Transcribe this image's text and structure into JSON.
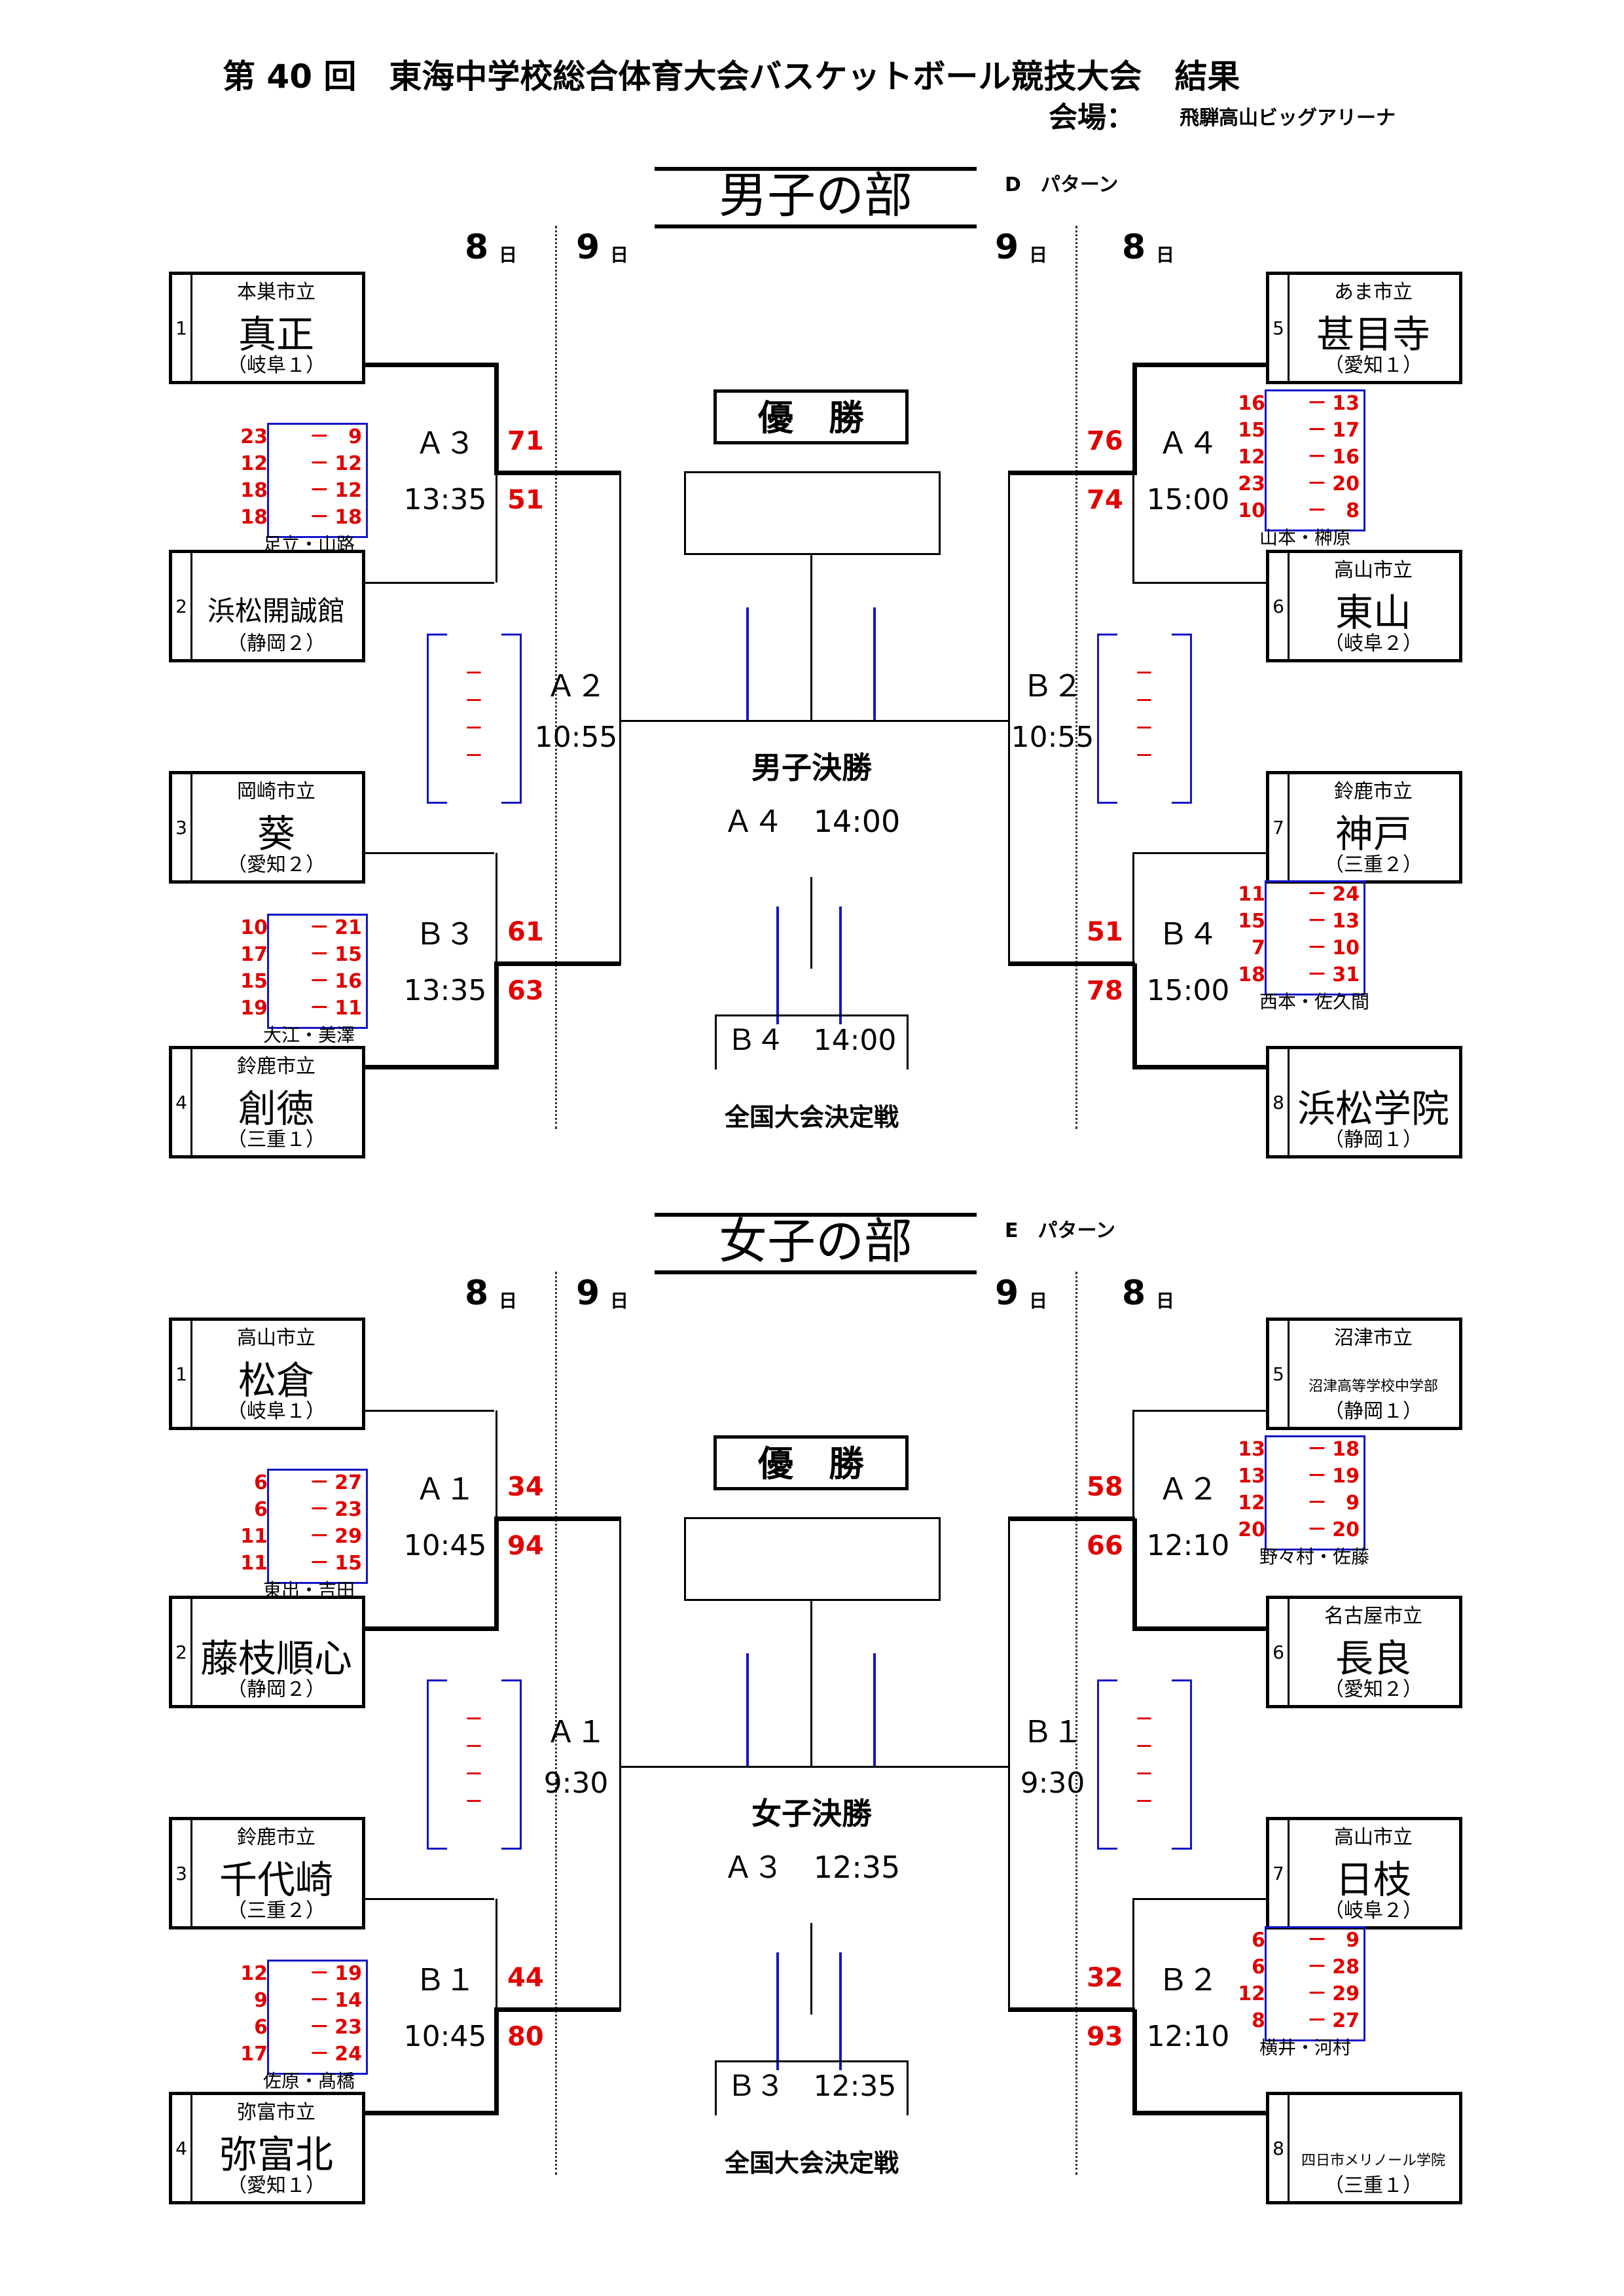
{
  "header": {
    "title": "第 40 回　東海中学校総合体育大会バスケットボール競技大会　結果",
    "venue_label": "会場：",
    "venue": "飛騨高山ビッグアリーナ"
  },
  "boys": {
    "title": "男子の部",
    "pattern": "D　パターン",
    "day8": "8",
    "day9": "9",
    "day_suffix": "日",
    "champion": "優　勝",
    "final_label": "男子決勝",
    "final_time": "Ａ４　14:00",
    "third_time": "Ｂ４　14:00",
    "national": "全国大会決定戦",
    "teams": [
      {
        "seed": "1",
        "city": "本巣市立",
        "name": "真正",
        "pref": "（岐阜１）"
      },
      {
        "seed": "2",
        "city": "",
        "name": "浜松開誠館",
        "pref": "（静岡２）"
      },
      {
        "seed": "3",
        "city": "岡崎市立",
        "name": "葵",
        "pref": "（愛知２）"
      },
      {
        "seed": "4",
        "city": "鈴鹿市立",
        "name": "創徳",
        "pref": "（三重１）"
      },
      {
        "seed": "5",
        "city": "あま市立",
        "name": "甚目寺",
        "pref": "（愛知１）"
      },
      {
        "seed": "6",
        "city": "高山市立",
        "name": "東山",
        "pref": "（岐阜２）"
      },
      {
        "seed": "7",
        "city": "鈴鹿市立",
        "name": "神戸",
        "pref": "（三重２）"
      },
      {
        "seed": "8",
        "city": "",
        "name": "浜松学院",
        "pref": "（静岡１）"
      }
    ],
    "m1": {
      "court": "Ａ３",
      "time": "13:35",
      "s1": "71",
      "s2": "51",
      "quarters": [
        [
          "23",
          "9"
        ],
        [
          "12",
          "12"
        ],
        [
          "18",
          "12"
        ],
        [
          "18",
          "18"
        ]
      ],
      "refs": "足立・山路"
    },
    "m2": {
      "court": "Ｂ３",
      "time": "13:35",
      "s1": "61",
      "s2": "63",
      "quarters": [
        [
          "10",
          "21"
        ],
        [
          "17",
          "15"
        ],
        [
          "15",
          "16"
        ],
        [
          "19",
          "11"
        ]
      ],
      "refs": "大江・美澤"
    },
    "m3": {
      "court": "Ａ４",
      "time": "15:00",
      "s1": "76",
      "s2": "74",
      "quarters": [
        [
          "16",
          "13"
        ],
        [
          "15",
          "17"
        ],
        [
          "12",
          "16"
        ],
        [
          "23",
          "20"
        ],
        [
          "10",
          "8"
        ]
      ],
      "refs": "山本・榊原"
    },
    "m4": {
      "court": "Ｂ４",
      "time": "15:00",
      "s1": "51",
      "s2": "78",
      "quarters": [
        [
          "11",
          "24"
        ],
        [
          "15",
          "13"
        ],
        [
          "7",
          "10"
        ],
        [
          "18",
          "31"
        ]
      ],
      "refs": "西本・佐久間"
    },
    "semi_l": {
      "court": "Ａ２",
      "time": "10:55"
    },
    "semi_r": {
      "court": "Ｂ２",
      "time": "10:55"
    },
    "dash": "－"
  },
  "girls": {
    "title": "女子の部",
    "pattern": "E　パターン",
    "day8": "8",
    "day9": "9",
    "day_suffix": "日",
    "champion": "優　勝",
    "final_label": "女子決勝",
    "final_time": "Ａ３　12:35",
    "third_time": "Ｂ３　12:35",
    "national": "全国大会決定戦",
    "teams": [
      {
        "seed": "1",
        "city": "高山市立",
        "name": "松倉",
        "pref": "（岐阜１）"
      },
      {
        "seed": "2",
        "city": "",
        "name": "藤枝順心",
        "pref": "（静岡２）"
      },
      {
        "seed": "3",
        "city": "鈴鹿市立",
        "name": "千代崎",
        "pref": "（三重２）"
      },
      {
        "seed": "4",
        "city": "弥富市立",
        "name": "弥富北",
        "pref": "（愛知１）"
      },
      {
        "seed": "5",
        "city": "沼津市立",
        "name": "沼津高等学校中学部",
        "pref": "（静岡１）"
      },
      {
        "seed": "6",
        "city": "名古屋市立",
        "name": "長良",
        "pref": "（愛知２）"
      },
      {
        "seed": "7",
        "city": "高山市立",
        "name": "日枝",
        "pref": "（岐阜２）"
      },
      {
        "seed": "8",
        "city": "",
        "name": "四日市メリノール学院",
        "pref": "（三重１）"
      }
    ],
    "m1": {
      "court": "Ａ１",
      "time": "10:45",
      "s1": "34",
      "s2": "94",
      "quarters": [
        [
          "6",
          "27"
        ],
        [
          "6",
          "23"
        ],
        [
          "11",
          "29"
        ],
        [
          "11",
          "15"
        ]
      ],
      "refs": "東出・吉田"
    },
    "m2": {
      "court": "Ｂ１",
      "time": "10:45",
      "s1": "44",
      "s2": "80",
      "quarters": [
        [
          "12",
          "19"
        ],
        [
          "9",
          "14"
        ],
        [
          "6",
          "23"
        ],
        [
          "17",
          "24"
        ]
      ],
      "refs": "佐原・髙橋"
    },
    "m3": {
      "court": "Ａ２",
      "time": "12:10",
      "s1": "58",
      "s2": "66",
      "quarters": [
        [
          "13",
          "18"
        ],
        [
          "13",
          "19"
        ],
        [
          "12",
          "9"
        ],
        [
          "20",
          "20"
        ]
      ],
      "refs": "野々村・佐藤"
    },
    "m4": {
      "court": "Ｂ２",
      "time": "12:10",
      "s1": "32",
      "s2": "93",
      "quarters": [
        [
          "6",
          "9"
        ],
        [
          "6",
          "28"
        ],
        [
          "12",
          "29"
        ],
        [
          "8",
          "27"
        ]
      ],
      "refs": "横井・河村"
    },
    "semi_l": {
      "court": "Ａ１",
      "time": "9:30"
    },
    "semi_r": {
      "court": "Ｂ１",
      "time": "9:30"
    },
    "dash": "－"
  }
}
